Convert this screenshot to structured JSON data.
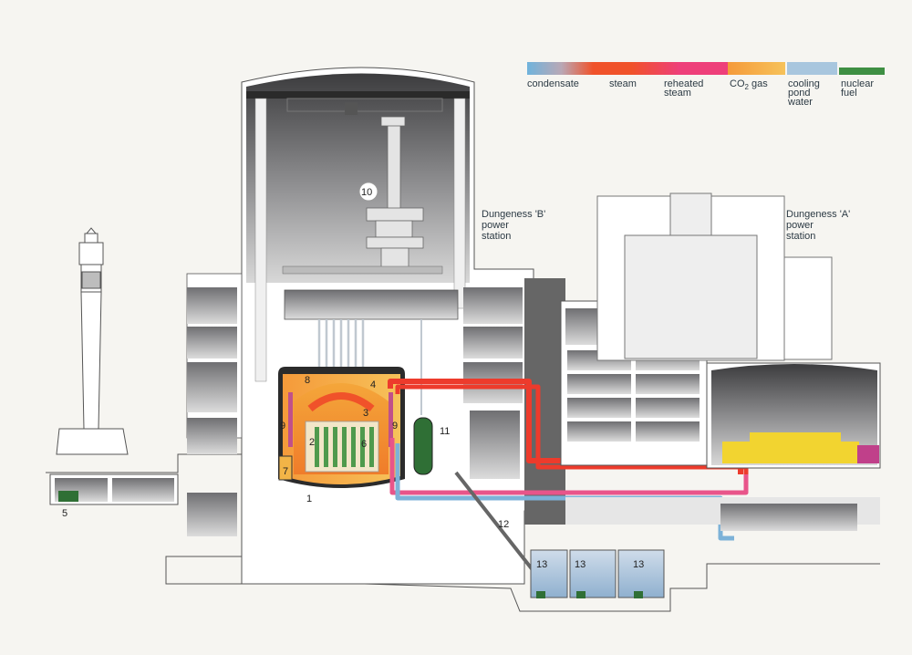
{
  "legend": {
    "items": [
      {
        "key": "condensate",
        "lines": [
          "condensate"
        ],
        "color": "#6fb3dc"
      },
      {
        "key": "steam",
        "lines": [
          "steam"
        ],
        "color": "#f0522a"
      },
      {
        "key": "reheated",
        "lines": [
          "reheated",
          "steam"
        ],
        "color": "#ee3f7a"
      },
      {
        "key": "co2",
        "lines": [
          "CO",
          "2",
          " gas"
        ],
        "color": "#f2b447"
      },
      {
        "key": "cooling",
        "lines": [
          "cooling",
          "pond",
          "water"
        ],
        "color": "#a8c6de"
      },
      {
        "key": "fuel",
        "lines": [
          "nuclear",
          "fuel"
        ],
        "color": "#3e8f43"
      }
    ]
  },
  "labels": {
    "station_b": [
      "Dungeness 'B'",
      "power",
      "station"
    ],
    "station_a": [
      "Dungeness 'A'",
      "power",
      "station"
    ]
  },
  "callouts": [
    "1",
    "2",
    "3",
    "4",
    "5",
    "6",
    "7",
    "8",
    "9",
    "9",
    "10",
    "11",
    "12",
    "13",
    "13",
    "13"
  ]
}
